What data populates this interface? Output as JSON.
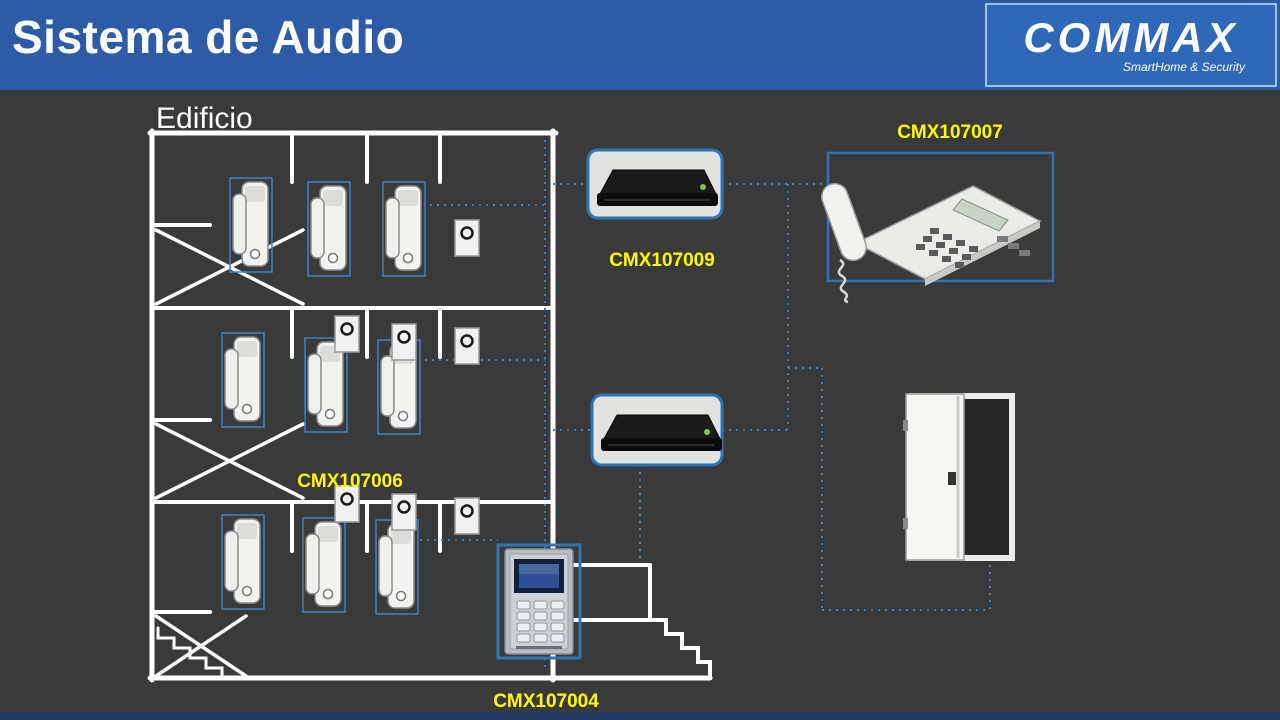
{
  "slide": {
    "title": "Sistema de Audio"
  },
  "logo": {
    "brand": "COMMAX",
    "tagline": "SmartHome & Security"
  },
  "diagram": {
    "building_label": "Edificio",
    "devices": {
      "audio_distributor": "CMX107009",
      "audio_interphone": "CMX107006",
      "guard_phone": "CMX107007",
      "door_station": "CMX107004"
    },
    "colors": {
      "background": "#3a3a3a",
      "header_blue": "#2d5ba7",
      "footer_blue": "#1f3864",
      "accent_blue": "#2e75b6",
      "label_yellow": "#ffff00",
      "structure_white": "#ffffff",
      "led_green": "#8bc34a"
    }
  }
}
